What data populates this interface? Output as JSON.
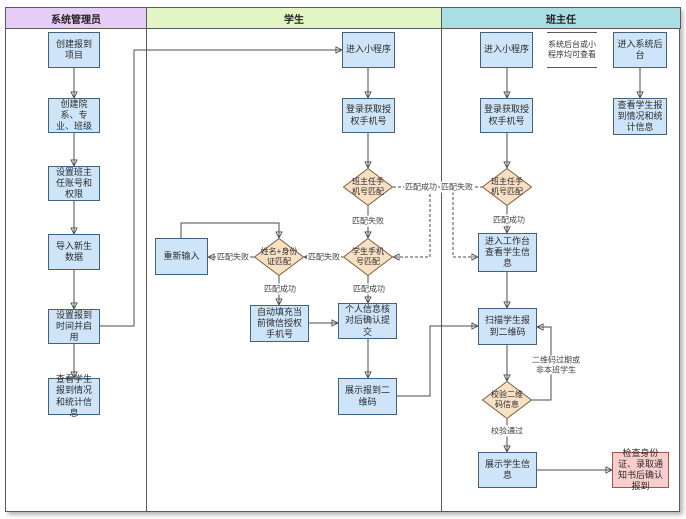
{
  "lanes": [
    {
      "title": "系统管理员"
    },
    {
      "title": "学生"
    },
    {
      "title": "班主任"
    }
  ],
  "nodes": {
    "admin": [
      {
        "label": "创建报到项目"
      },
      {
        "label": "创建院系、专业、班级"
      },
      {
        "label": "设置班主任账号和权限"
      },
      {
        "label": "导入新生数据"
      },
      {
        "label": "设置报到时间并启用"
      },
      {
        "label": "查看学生报到情况和统计信息"
      }
    ],
    "student": [
      {
        "label": "进入小程序"
      },
      {
        "label": "登录获取授权手机号"
      },
      {
        "label": "班主任手机号匹配"
      },
      {
        "label": "学生手机号匹配"
      },
      {
        "label": "姓名+身份证匹配"
      },
      {
        "label": "重新输入"
      },
      {
        "label": "自动填充当前微信授权手机号"
      },
      {
        "label": "个人信息核对后确认提交"
      },
      {
        "label": "展示报到二维码"
      }
    ],
    "teacher": [
      {
        "label": "进入小程序"
      },
      {
        "label": "进入系统后台"
      },
      {
        "label": "登录获取授权手机号"
      },
      {
        "label": "查看学生报到情况和统计信息"
      },
      {
        "label": "班主任手机号匹配"
      },
      {
        "label": "进入工作台查看学生信息"
      },
      {
        "label": "扫描学生报到二维码"
      },
      {
        "label": "校验二维码信息"
      },
      {
        "label": "展示学生信息"
      },
      {
        "label": "检查身份证、录取通知书后确认报到"
      }
    ]
  },
  "edge_labels": {
    "match_success": "匹配成功",
    "match_fail": "匹配失败",
    "verify_pass": "校验通过",
    "qr_invalid": "二维码过期或非本班学生",
    "backend_note": "系统后台或小程序均可查看"
  },
  "colors": {
    "lane_admin_header": "#E6CDF5",
    "lane_student_header": "#E2F6C5",
    "lane_teacher_header": "#A9DEE3",
    "process_fill": "#CEE5F9",
    "process_stroke": "#46627A",
    "decision_fill": "#F8E0C4",
    "decision_stroke": "#7D6040",
    "result_fill": "#F8CECC",
    "result_stroke": "#9E5552",
    "line": "#4D4D4D"
  }
}
